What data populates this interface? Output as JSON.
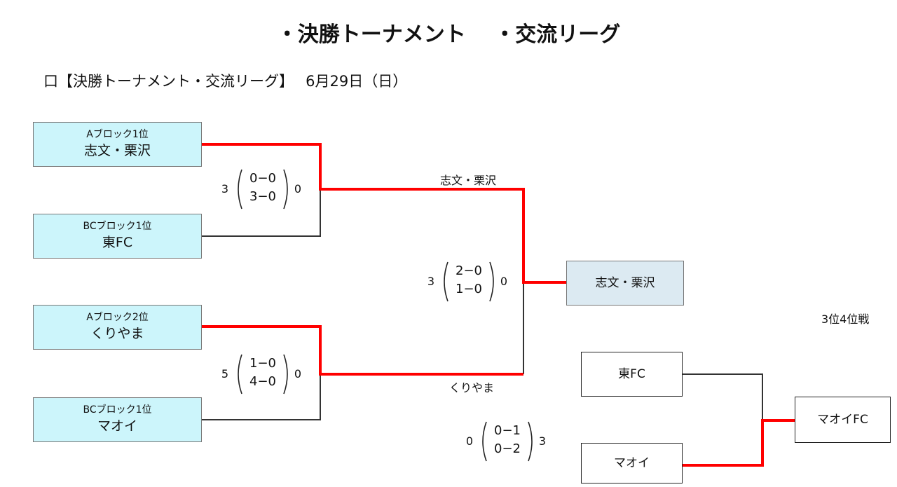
{
  "header": {
    "title": "・決勝トーナメント　 ・交流リーグ",
    "subtitle": "口【決勝トーナメント・交流リーグ】　 6月29日（日）"
  },
  "teams": {
    "a1": {
      "seed": "Aブロック1位",
      "name": "志文・栗沢"
    },
    "bc1_top": {
      "seed": "BCブロック1位",
      "name": "東FC"
    },
    "a2": {
      "seed": "Aブロック2位",
      "name": "くりやま"
    },
    "bc1_bottom": {
      "seed": "BCブロック1位",
      "name": "マオイ"
    }
  },
  "semifinal_1": {
    "score_left": "3",
    "score_right": "0",
    "first_half": "0−0",
    "second_half": "3−0",
    "winner": "志文・栗沢"
  },
  "semifinal_2": {
    "score_left": "5",
    "score_right": "0",
    "first_half": "1−0",
    "second_half": "4−0",
    "winner": "くりやま"
  },
  "final": {
    "score_left": "3",
    "score_right": "0",
    "first_half": "2−0",
    "second_half": "1−0",
    "champion": "志文・栗沢"
  },
  "third_place": {
    "label": "3位4位戦",
    "team_top": "東FC",
    "team_bottom": "マオイ",
    "winner": "マオイFC",
    "score_left": "0",
    "score_right": "3",
    "first_half": "0−1",
    "second_half": "0−2"
  },
  "colors": {
    "winner_line": "#ff0000",
    "loser_line": "#333333",
    "seed_box": "#ccf5fb",
    "champion_box": "#dceaf2"
  }
}
